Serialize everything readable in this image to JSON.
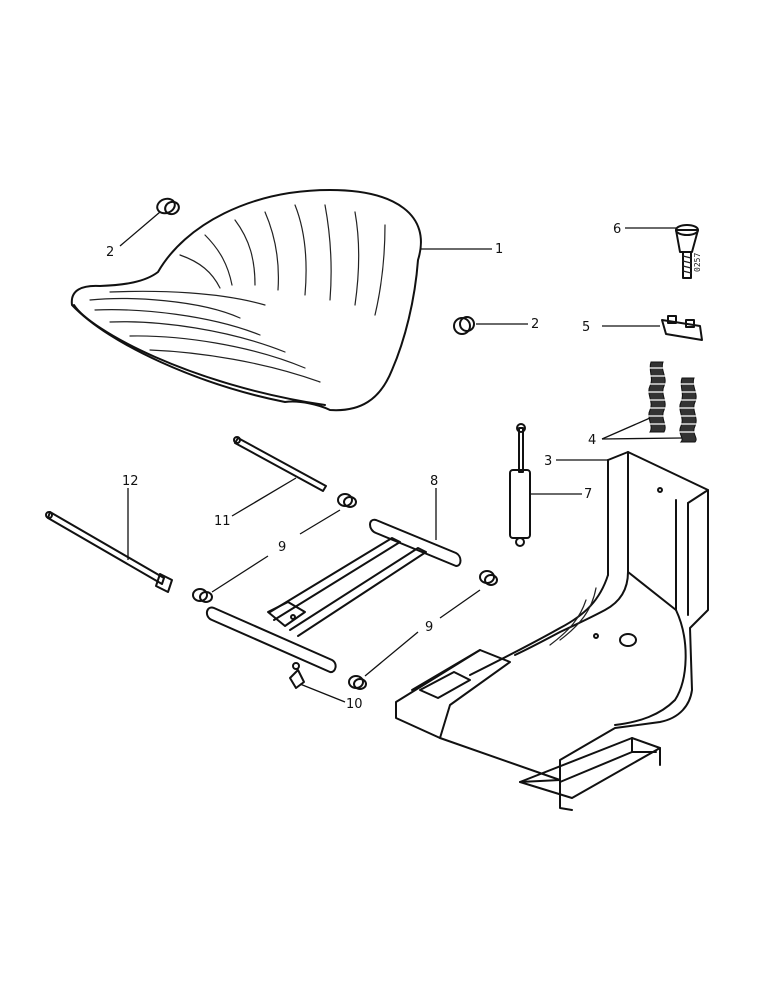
{
  "callouts": {
    "c1": "1",
    "c2a": "2",
    "c2b": "2",
    "c3": "3",
    "c4": "4",
    "c5": "5",
    "c6": "6",
    "c7": "7",
    "c8": "8",
    "c9a": "9",
    "c9b": "9",
    "c10": "10",
    "c11": "11",
    "c12": "12"
  },
  "drawing_code": "0257"
}
